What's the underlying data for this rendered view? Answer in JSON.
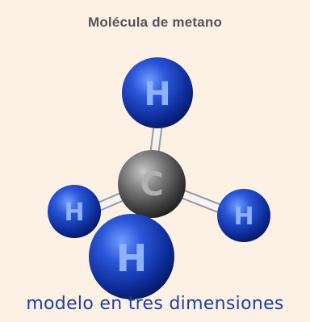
{
  "header": {
    "title": "Molécula de metano"
  },
  "molecule": {
    "center_atom": {
      "symbol": "C"
    },
    "outer_atoms": [
      {
        "symbol": "H"
      },
      {
        "symbol": "H"
      },
      {
        "symbol": "H"
      },
      {
        "symbol": "H"
      }
    ]
  },
  "footer": {
    "caption": "modelo en tres dimensiones"
  },
  "colors": {
    "background": "#fdf1e6",
    "hydrogen": "#1a3fb5",
    "carbon": "#707070",
    "bond": "#f2f2f2",
    "caption": "#1f3fa0",
    "title": "#555555"
  }
}
